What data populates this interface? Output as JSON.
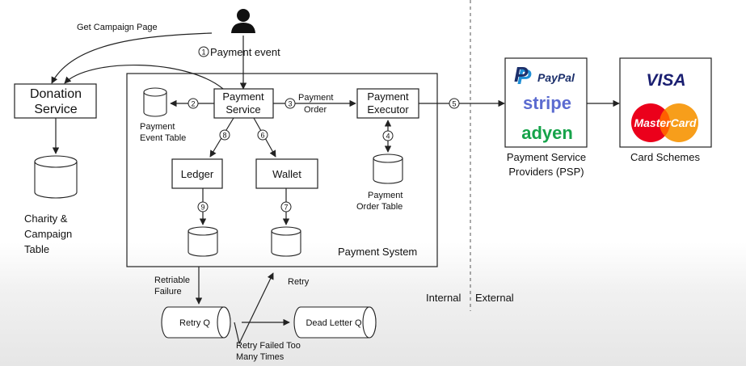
{
  "labels": {
    "get_campaign_page": "Get Campaign Page",
    "payment_event_num": "1",
    "payment_event": "Payment event",
    "donation_service": [
      "Donation",
      "Service"
    ],
    "charity_table": [
      "Charity &",
      "Campaign",
      "Table"
    ],
    "payment_service": [
      "Payment",
      "Service"
    ],
    "step2": "2",
    "payment_event_table": [
      "Payment",
      "Event Table"
    ],
    "step3": "3",
    "payment_order": [
      "Payment",
      "Order"
    ],
    "payment_executor": [
      "Payment",
      "Executor"
    ],
    "step4": "4",
    "payment_order_table": [
      "Payment",
      "Order Table"
    ],
    "step5": "5",
    "step8": "8",
    "step6": "6",
    "ledger": "Ledger",
    "wallet": "Wallet",
    "step9": "9",
    "step7": "7",
    "payment_system": "Payment System",
    "retriable_failure": [
      "Retriable",
      "Failure"
    ],
    "retry": "Retry",
    "retry_q": "Retry Q",
    "dead_letter_q": "Dead Letter Q",
    "retry_failed": [
      "Retry Failed Too",
      "Many Times"
    ],
    "internal": "Internal",
    "external": "External",
    "psp_caption": [
      "Payment Service",
      "Providers (PSP)"
    ],
    "card_schemes": "Card Schemes"
  },
  "logos": {
    "paypal": "PayPal",
    "stripe": "stripe",
    "adyen": "adyen",
    "visa": "VISA",
    "mastercard": "MasterCard"
  },
  "icons": [
    "user-icon",
    "database-icon",
    "queue-icon",
    "paypal-logo",
    "stripe-logo",
    "adyen-logo",
    "visa-logo",
    "mastercard-logo"
  ],
  "colors": {
    "paypal_dark": "#1b2f6b",
    "paypal_light": "#1f8fd6",
    "stripe": "#5b6bd0",
    "adyen": "#16a34a",
    "visa": "#1a1f71",
    "mc_red": "#eb001b",
    "mc_orange": "#f79e1b"
  }
}
